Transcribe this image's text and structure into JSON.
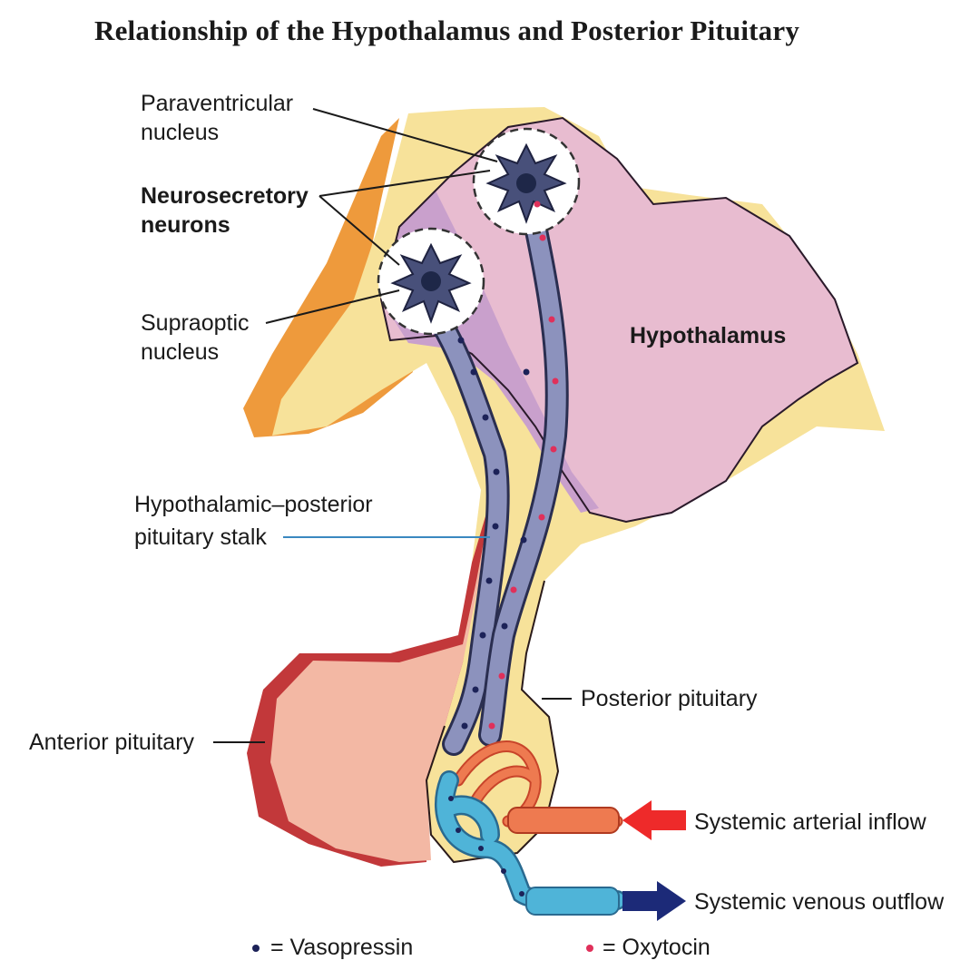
{
  "title": "Relationship of the Hypothalamus and Posterior  Pituitary",
  "labels": {
    "paraventricular_1": "Paraventricular",
    "paraventricular_2": "nucleus",
    "neurosecretory_1": "Neurosecretory",
    "neurosecretory_2": "neurons",
    "supraoptic_1": "Supraoptic",
    "supraoptic_2": "nucleus",
    "hypothalamus": "Hypothalamus",
    "stalk_1": "Hypothalamic–posterior",
    "stalk_2": "pituitary stalk",
    "posterior_pituitary": "Posterior pituitary",
    "anterior_pituitary": "Anterior pituitary",
    "arterial_inflow": "Systemic arterial inflow",
    "venous_outflow": "Systemic venous outflow"
  },
  "legend": {
    "vasopressin": "= Vasopressin",
    "oxytocin": "= Oxytocin"
  },
  "colors": {
    "hypothalamus": "#e8bcd0",
    "hypothalamus_shadow": "#c9a0cc",
    "tissue_yellow": "#f7e29a",
    "orange_layer": "#ee9a3c",
    "anterior": "#f3b8a4",
    "anterior_rim": "#c2383a",
    "neuron": "#48507a",
    "neuron_tract": "#8c92bd",
    "vasopressin_dot": "#1c2258",
    "oxytocin_dot": "#e0305a",
    "artery": "#ee7a50",
    "vein": "#4fb4d8",
    "arrow_red": "#ee2a2a",
    "arrow_blue": "#1c2a78"
  }
}
